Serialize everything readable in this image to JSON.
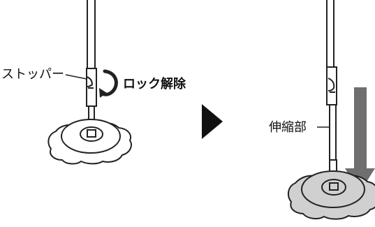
{
  "labels": {
    "stopper": "ストッパー",
    "unlock": "ロック解除",
    "telescopic": "伸縮部"
  },
  "icons": {
    "rotation": "rotate-arrow-icon",
    "next_step": "triangle-right-icon",
    "direction": "down-arrow-icon"
  },
  "colors": {
    "stroke": "#222222",
    "mop_pad_fill": "#d0d0d0",
    "arrow_fill": "#6f6f6f",
    "triangle_fill": "#111111"
  }
}
